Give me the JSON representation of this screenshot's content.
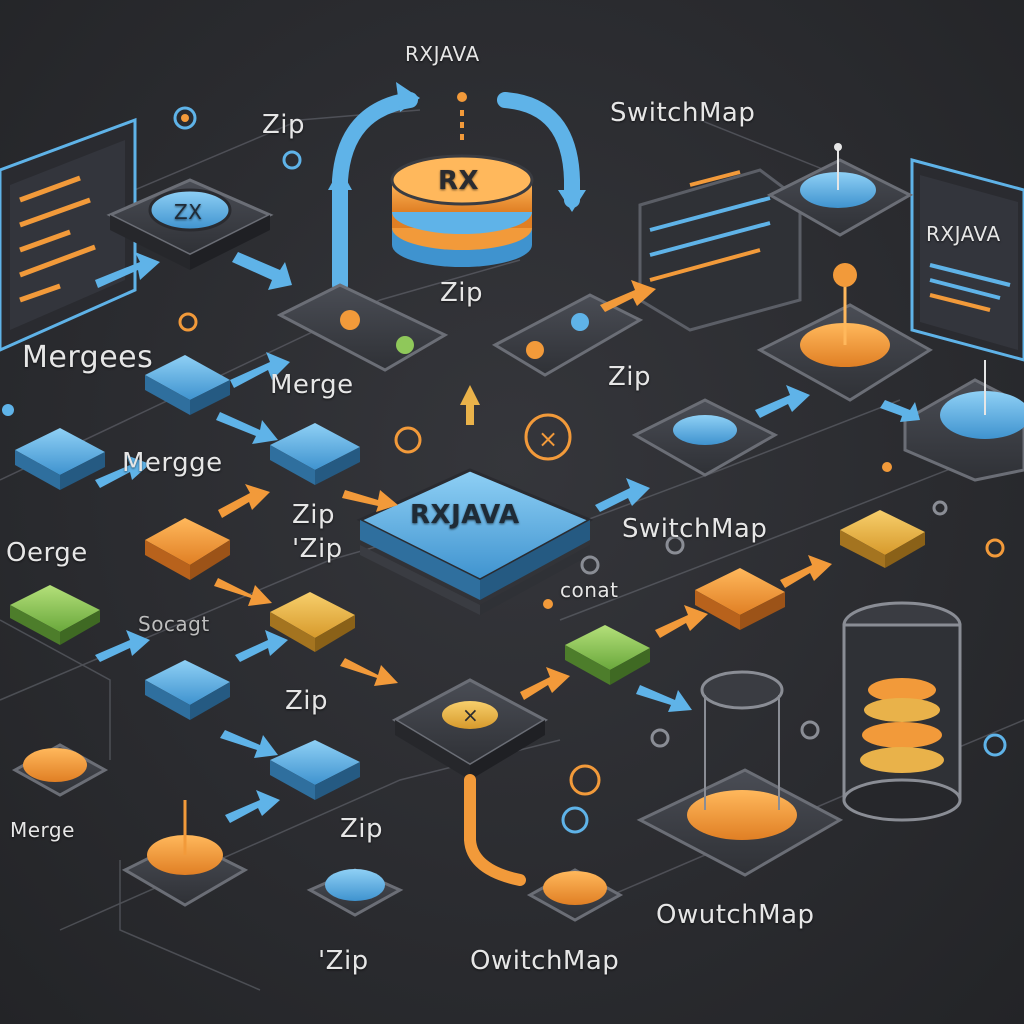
{
  "labels": {
    "rxjava_top": "RXJAVA",
    "zip_top_left": "Zip",
    "switchmap_top_right": "SwitchMap",
    "rx_disc": "RX",
    "zip_center_top": "Zip",
    "zx_node": "ZX",
    "rxjava_panel_right": "RXJAVA",
    "mergees": "Mergees",
    "merge_mid": "Merge",
    "mergge": "Mergge",
    "oerge": "Oerge",
    "zip_mid1": "Zip",
    "zip_mid2": "'Zip",
    "rxjava_center": "RXJAVA",
    "zip_right_mid": "Zip",
    "switchmap_right": "SwitchMap",
    "conat": "conat",
    "socagt": "Socagt",
    "zip_low": "Zip",
    "merge_bottom_left": "Merge",
    "zip_bottom": "Zip",
    "zip_bottom_left": "'Zip",
    "owitchmap_bottom": "OwitchMap",
    "owutchmap_right": "OwutchMap"
  },
  "colors": {
    "background": "#2b2c30",
    "node_dark": "#3a3c42",
    "node_edge": "#5b5e66",
    "blue": "#5fb3e8",
    "orange": "#f29a3a",
    "green": "#8fc85a",
    "yellow": "#e9b24a",
    "text": "#e6e6e6"
  },
  "icons": [
    "cross-icon",
    "circle-icon",
    "pin-icon",
    "database-icon",
    "monitor-icon",
    "arrow-icon"
  ]
}
